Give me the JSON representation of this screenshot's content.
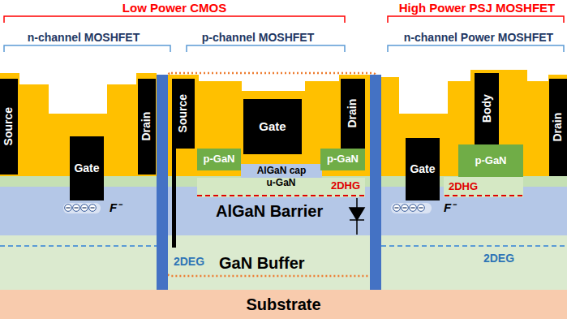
{
  "diagram": {
    "nodes": [
      {
        "text": [
          "Source"
        ]
      },
      {
        "text": [
          "Gate"
        ]
      },
      {
        "text": [
          "Drain"
        ]
      },
      {
        "text": [
          "Source"
        ]
      },
      {
        "text": [
          "Gate"
        ]
      },
      {
        "text": [
          "Drain"
        ]
      },
      {
        "text": [
          "p-GaN"
        ]
      },
      {
        "text": [
          "AlGaN cap"
        ]
      },
      {
        "text": [
          "p-GaN"
        ]
      },
      {
        "text": [
          "u-GaN"
        ]
      },
      {
        "text": [
          "Gate"
        ]
      },
      {
        "text": [
          "Body"
        ]
      },
      {
        "text": [
          "Drain"
        ]
      },
      {
        "text": [
          "p-GaN"
        ]
      },
      {
        "text": [
          "AlGaN Barrier"
        ]
      },
      {
        "text": [
          "GaN Buffer"
        ]
      },
      {
        "text": [
          "Substrate"
        ]
      }
    ],
    "labels": [
      "Low Power CMOS",
      "High Power PSJ MOSHFET",
      "n-channel MOSHFET",
      "p-channel MOSHFET",
      "n-channel Power MOSHFET",
      "2DHG",
      "2DHG",
      "F⁻",
      "F⁻",
      "2DEG",
      "2DEG"
    ]
  }
}
